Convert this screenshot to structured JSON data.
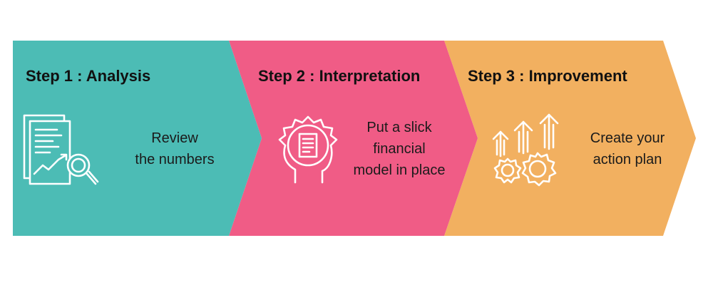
{
  "colors": {
    "step1": "#4cbcb5",
    "step2": "#f05c86",
    "step3": "#f2b060",
    "icon_stroke": "#ffffff"
  },
  "steps": [
    {
      "title": "Step 1 : Analysis",
      "desc_lines": [
        "Review",
        "the numbers"
      ],
      "icon": "document-magnifier-chart-icon"
    },
    {
      "title": "Step 2 : Interpretation",
      "desc_lines": [
        "Put a slick",
        "financial",
        "model in place"
      ],
      "icon": "head-gear-document-icon"
    },
    {
      "title": "Step 3 : Improvement",
      "desc_lines": [
        "Create your",
        "action plan"
      ],
      "icon": "arrows-up-gears-icon"
    }
  ]
}
